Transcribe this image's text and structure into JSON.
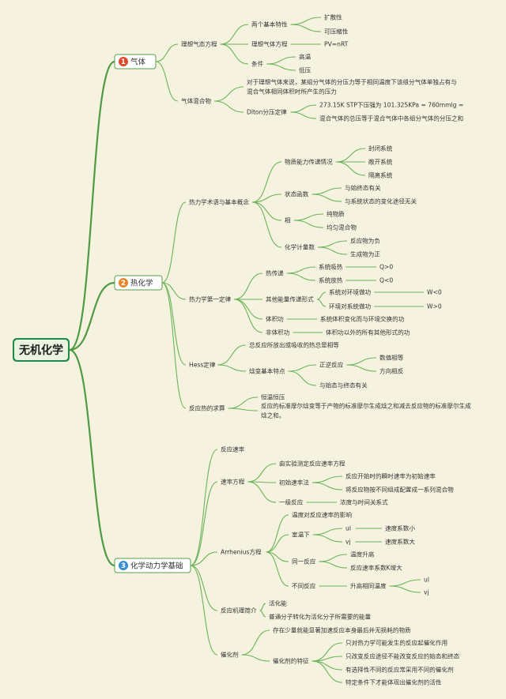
{
  "colors": {
    "root_bg": "#1f8a4c",
    "root_text": "#1e1e1e",
    "badge_1": "#e04a2b",
    "badge_2": "#e8852a",
    "badge_3": "#3a8fd4",
    "line": "#6bb35a"
  },
  "root": {
    "label": "无机化学"
  },
  "branches": [
    {
      "badge": "1",
      "label": "气体",
      "children": [
        {
          "label": "理想气态方程",
          "children": [
            {
              "label": "两个基本特性",
              "children": [
                {
                  "label": "扩散性"
                },
                {
                  "label": "可压缩性"
                }
              ]
            },
            {
              "label": "理想气体方程",
              "children": [
                {
                  "label": "PV=nRT"
                }
              ]
            },
            {
              "label": "条件",
              "children": [
                {
                  "label": "高温"
                },
                {
                  "label": "低压"
                }
              ]
            }
          ]
        },
        {
          "label": "气体混合物",
          "children": [
            {
              "label": "对于理想气体来说，某组分气体的分压力等于相同温度下该组分气体单独占有与混合气体相同体积时所产生的压力",
              "lines": [
                "对于理想气体来说，某组分气体的分压力等于相同温度下该组分气体单独占有与",
                "混合气体相同体积时所产生的压力"
              ]
            },
            {
              "label": "Dlton分压定律",
              "children": [
                {
                  "label": "273.15K STP下压强为 101.325KPa = 760mmlg ="
                },
                {
                  "label": "混合气体的总压等于混合气体中各组分气体的分压之和"
                }
              ]
            }
          ]
        }
      ]
    },
    {
      "badge": "2",
      "label": "热化学",
      "children": [
        {
          "label": "热力学术语与基本概念",
          "children": [
            {
              "label": "物质能力传递情况",
              "children": [
                {
                  "label": "封闭系统"
                },
                {
                  "label": "敞开系统"
                },
                {
                  "label": "隔离系统"
                }
              ]
            },
            {
              "label": "状态函数",
              "children": [
                {
                  "label": "与始终态有关"
                },
                {
                  "label": "与系统状态的变化途径无关"
                }
              ]
            },
            {
              "label": "相",
              "children": [
                {
                  "label": "纯物质"
                },
                {
                  "label": "均匀混合物"
                }
              ]
            },
            {
              "label": "化学计量数",
              "children": [
                {
                  "label": "反应物为负"
                },
                {
                  "label": "生成物为正"
                }
              ]
            }
          ]
        },
        {
          "label": "热力学第一定律",
          "children": [
            {
              "label": "热传递",
              "children": [
                {
                  "label": "系统吸热",
                  "children": [
                    {
                      "label": "Q>0"
                    }
                  ]
                },
                {
                  "label": "系统放热",
                  "children": [
                    {
                      "label": "Q<0"
                    }
                  ]
                }
              ]
            },
            {
              "label": "其他能量传递形式",
              "children": [
                {
                  "label": "系统对环境做功",
                  "children": [
                    {
                      "label": "W<0"
                    }
                  ]
                },
                {
                  "label": "环境对系统做功",
                  "children": [
                    {
                      "label": "W>0"
                    }
                  ]
                }
              ]
            },
            {
              "label": "体积功",
              "children": [
                {
                  "label": "系统体积变化而与环境交换的功"
                }
              ]
            },
            {
              "label": "非体积功",
              "children": [
                {
                  "label": "体积功以外的所有其他形式的功"
                }
              ]
            }
          ]
        },
        {
          "label": "Hess定律",
          "children": [
            {
              "label": "总反应所放出或吸收的热总是相等"
            },
            {
              "label": "焓变基本特点",
              "children": [
                {
                  "label": "正逆反应",
                  "children": [
                    {
                      "label": "数值相等"
                    },
                    {
                      "label": "方向相反"
                    }
                  ]
                },
                {
                  "label": "与始态与终态有关"
                }
              ]
            }
          ]
        },
        {
          "label": "反应热的求算",
          "children": [
            {
              "label": "恒温恒压"
            },
            {
              "label": "反应的标准摩尔焓变等于产物的标准摩尔生成焓之和减去反应物的标准摩尔生成焓之和。",
              "lines": [
                "反应的标准摩尔焓变等于产物的标准摩尔生成焓之和减去反应物的标准摩尔生成",
                "焓之和。"
              ]
            }
          ]
        }
      ]
    },
    {
      "badge": "3",
      "label": "化学动力学基础",
      "children": [
        {
          "label": "反应速率"
        },
        {
          "label": "速率方程",
          "children": [
            {
              "label": "由实验测定反应速率方程"
            },
            {
              "label": "初始速率法",
              "children": [
                {
                  "label": "反应开始时的瞬时速率为初始速率"
                },
                {
                  "label": "将反应物按不同组成配置成一系列混合物"
                }
              ]
            },
            {
              "label": "一级反应",
              "children": [
                {
                  "label": "浓度与时间关系式"
                }
              ]
            }
          ]
        },
        {
          "label": "Arrhenius方程",
          "children": [
            {
              "label": "温度对反应速率的影响"
            },
            {
              "label": "室温下",
              "children": [
                {
                  "label": "ul",
                  "children": [
                    {
                      "label": "速度系数小"
                    }
                  ]
                },
                {
                  "label": "vj",
                  "children": [
                    {
                      "label": "速度系数大"
                    }
                  ]
                }
              ]
            },
            {
              "label": "同一反应",
              "children": [
                {
                  "label": "温度升高"
                },
                {
                  "label": "反应速率系数K增大"
                }
              ]
            },
            {
              "label": "不同反应",
              "children": [
                {
                  "label": "升高相同温度",
                  "children": [
                    {
                      "label": "ul"
                    },
                    {
                      "label": "vj"
                    }
                  ]
                }
              ]
            }
          ]
        },
        {
          "label": "反应机理简介",
          "children": [
            {
              "label": "活化能"
            },
            {
              "label": "普通分子转化为活化分子所需要的能量"
            }
          ]
        },
        {
          "label": "催化剂",
          "children": [
            {
              "label": "存在少量就能显著加速反应本身最后并无损耗的物质"
            },
            {
              "label": "催化剂的特征",
              "children": [
                {
                  "label": "只对热力学可能发生的反应起催化作用"
                },
                {
                  "label": "只改变反应途径不能改变反应的始态和终态"
                },
                {
                  "label": "有选择性不同的反应常采用不同的催化剂"
                },
                {
                  "label": "特定条件下才能体现出催化剂的活性"
                }
              ]
            }
          ]
        }
      ]
    }
  ]
}
